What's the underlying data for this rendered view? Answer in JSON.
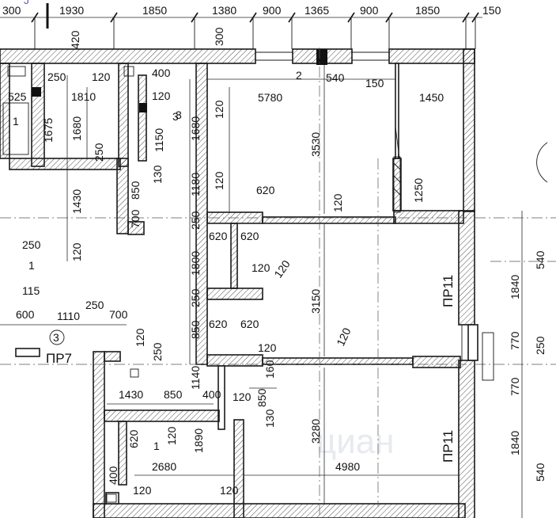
{
  "top_dims": [
    "300",
    "1930",
    "1850",
    "1380",
    "900",
    "1365",
    "900",
    "1850",
    "150"
  ],
  "room_dims": {
    "d420": "420",
    "d300v": "300",
    "d5780": "5780",
    "d150": "150",
    "d1450": "1450",
    "d540h": "540",
    "d3530": "3530",
    "d620a": "620",
    "d1250": "1250",
    "d120a": "120",
    "d120b": "120",
    "d1680a": "1680",
    "d1150": "1150",
    "d1180": "1180",
    "d120c": "120",
    "d3": "3",
    "d120d": "120",
    "d400a": "400",
    "d250a": "250",
    "d120e": "120",
    "d525": "525",
    "d1810": "1810",
    "d1675": "1675",
    "d1680b": "1680",
    "d250b": "250",
    "d1430a": "1430",
    "d850a": "850",
    "d130a": "130",
    "d700a": "700",
    "d250c": "250",
    "d120f": "120",
    "d250d": "250",
    "d115": "115",
    "d600": "600",
    "d1110": "1110",
    "d250e": "250",
    "d700b": "700",
    "d120g": "120",
    "d250f": "250",
    "d1800": "1800",
    "d620b": "620",
    "d620c": "620",
    "d120h": "120",
    "d120i": "120",
    "d250g": "250",
    "d850b": "850",
    "d620d": "620",
    "d620e": "620",
    "d120j": "120",
    "d3150": "3150",
    "d120k": "120",
    "d1840a": "1840",
    "d540a": "540",
    "d770a": "770",
    "d250h": "250",
    "d770b": "770",
    "d1840b": "1840",
    "d540b": "540",
    "d1430b": "1430",
    "d850c": "850",
    "d400b": "400",
    "d120l": "120",
    "d850d": "850",
    "d1140": "1140",
    "d160": "160",
    "d130b": "130",
    "d3280": "3280",
    "d4980": "4980",
    "d620f": "620",
    "d120m": "120",
    "d1890": "1890",
    "d2680": "2680",
    "d400c": "400",
    "d120n": "120",
    "d120o": "120"
  },
  "markers": {
    "m1a": "1",
    "m1b": "1",
    "m1c": "1",
    "m2": "2",
    "m3": "3",
    "circle3": "3",
    "pr7": "ПР7",
    "pr11a": "ПР11",
    "pr11b": "ПР11",
    "j": "J"
  },
  "watermark": "циан"
}
